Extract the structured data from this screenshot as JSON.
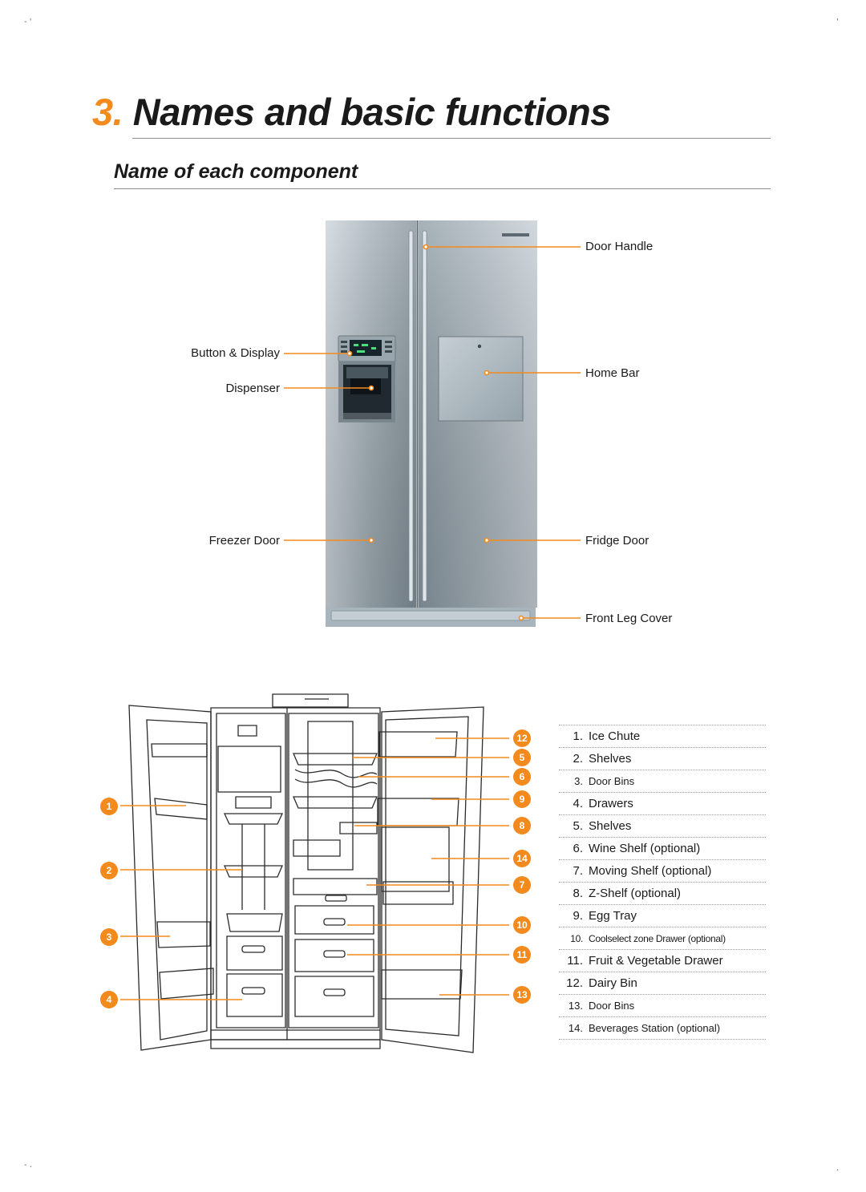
{
  "page": {
    "section_number": "3.",
    "section_title": "Names and basic functions",
    "subtitle": "Name of each component"
  },
  "exterior_callouts": {
    "door_handle": "Door Handle",
    "button_display": "Button & Display",
    "dispenser": "Dispenser",
    "home_bar": "Home Bar",
    "freezer_door": "Freezer Door",
    "fridge_door": "Fridge Door",
    "front_leg_cover": "Front Leg Cover"
  },
  "interior_markers": {
    "m1": "1",
    "m2": "2",
    "m3": "3",
    "m4": "4",
    "m5": "5",
    "m6": "6",
    "m7": "7",
    "m8": "8",
    "m9": "9",
    "m10": "10",
    "m11": "11",
    "m12": "12",
    "m13": "13",
    "m14": "14"
  },
  "parts": [
    {
      "num": "1.",
      "label": "Ice Chute"
    },
    {
      "num": "2.",
      "label": "Shelves"
    },
    {
      "num": "3.",
      "label": "Door Bins"
    },
    {
      "num": "4.",
      "label": "Drawers"
    },
    {
      "num": "5.",
      "label": "Shelves"
    },
    {
      "num": "6.",
      "label": "Wine Shelf (optional)"
    },
    {
      "num": "7.",
      "label": "Moving Shelf (optional)"
    },
    {
      "num": "8.",
      "label": "Z-Shelf (optional)"
    },
    {
      "num": "9.",
      "label": "Egg Tray"
    },
    {
      "num": "10.",
      "label": "Coolselect zone Drawer (optional)"
    },
    {
      "num": "11.",
      "label": "Fruit & Vegetable Drawer"
    },
    {
      "num": "12.",
      "label": "Dairy Bin"
    },
    {
      "num": "13.",
      "label": "Door Bins"
    },
    {
      "num": "14.",
      "label": "Beverages Station (optional)"
    }
  ],
  "colors": {
    "accent": "#f28a1e",
    "text": "#1a1a1a",
    "steel_light": "#b4bfc6",
    "steel_dark": "#7f8c95"
  }
}
